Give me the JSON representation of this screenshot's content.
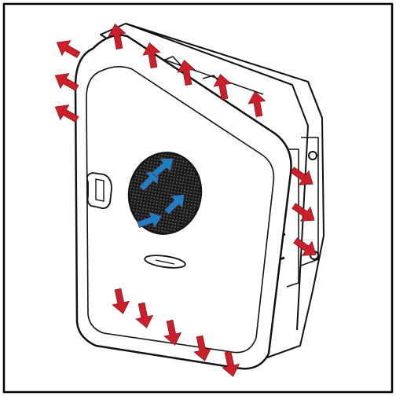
{
  "figure": {
    "subject": "inverter-unit",
    "airflow": {
      "intake_color": "#1e7fc4",
      "exhaust_color": "#cc1f2a",
      "intake_arrows": 4,
      "exhaust_arrows": 16
    },
    "outline_color": "#111111",
    "frame_color": "#000000"
  }
}
